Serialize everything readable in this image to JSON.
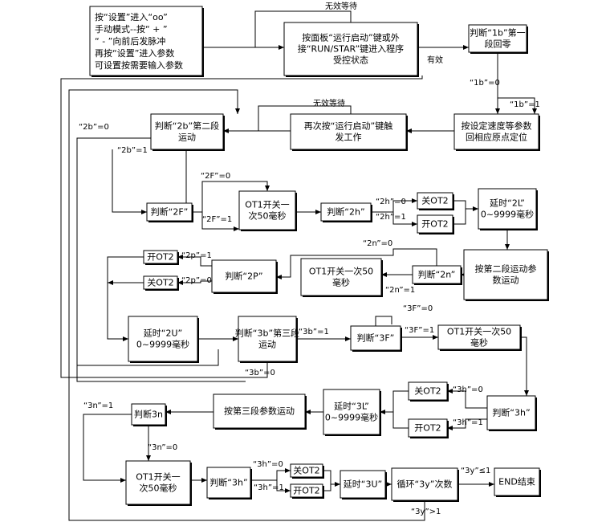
{
  "nodes": {
    "intro": [
      "按“设置”进入“oo”",
      "手动模式--按“  +  ”",
      "“ - ”向前后发脉冲",
      "再按“设置”进入参数",
      "可设置按需要输入参数"
    ],
    "start_wait": [
      "按面板“运行启动”键或外",
      "接“RUN/STAR”键进入程序",
      "受控状态"
    ],
    "judge_1b": [
      "判断“1b”第一",
      "段回零"
    ],
    "homing": [
      "按设定速度等参数",
      "回相应原点定位"
    ],
    "restart": [
      "再次按“运行启动”键触",
      "发工作"
    ],
    "judge_2b": [
      "判断“2b”第二段",
      "运动"
    ],
    "judge_2F": [
      "判断“2F”"
    ],
    "ot1_pulse_1": [
      "OT1开关一",
      "次50毫秒"
    ],
    "judge_2h": [
      "判断“2h”"
    ],
    "close_ot2_1": [
      "关OT2"
    ],
    "open_ot2_1": [
      "开OT2"
    ],
    "delay_2L": [
      "延时“2L”",
      "0~9999毫秒"
    ],
    "run_seg2": [
      "按第二段运动参",
      "数运动"
    ],
    "judge_2n": [
      "判断“2n”"
    ],
    "ot1_pulse_2": [
      "OT1开关一次50",
      "毫秒"
    ],
    "judge_2P": [
      "判断“2P”"
    ],
    "open_ot2_2": [
      "开OT2"
    ],
    "close_ot2_2": [
      "关OT2"
    ],
    "delay_2U": [
      "延时“2U”",
      "0~9999毫秒"
    ],
    "judge_3b": [
      "判断“3b”第三段",
      "运动"
    ],
    "judge_3F": [
      "判断“3F”"
    ],
    "ot1_pulse_3": [
      "OT1开关一次50",
      "毫秒"
    ],
    "judge_3h_a": [
      "判断“3h”"
    ],
    "close_ot2_3": [
      "关OT2"
    ],
    "open_ot2_3": [
      "开OT2"
    ],
    "delay_3L": [
      "延时“3L”",
      "0~9999毫秒"
    ],
    "run_seg3": [
      "按第三段参数运动"
    ],
    "judge_3n": [
      "判断3n"
    ],
    "ot1_pulse_4": [
      "OT1开关一",
      "次50毫秒"
    ],
    "judge_3h_b": [
      "判断“3h”"
    ],
    "close_ot2_4": [
      "关OT2"
    ],
    "open_ot2_4": [
      "开OT2"
    ],
    "delay_3U": [
      "延时“3U”"
    ],
    "loop_3y": [
      "循环“3y”次数"
    ],
    "end": [
      "END结束"
    ]
  },
  "labels": {
    "invalid_wait_1": "无效等待",
    "valid": "有效",
    "1b_eq0": "“1b”=0",
    "1b_eq1": "“1b”=1",
    "invalid_wait_2": "无效等待",
    "2b_eq0": "“2b”=0",
    "2b_eq1": "“2b”=1",
    "2F_eq0": "“2F”=0",
    "2F_eq1": "“2F”=1",
    "2h_eq0": "“2h”=0",
    "2h_eq1": "“2h”=1",
    "2n_eq0": "“2n”=0",
    "2n_eq1": "“2n”=1",
    "2p_eq1": "“2p”=1",
    "2p_eq0": "“2p”=0",
    "3b_eq1": "“3b”=1",
    "3b_eq0": "“3b”=0",
    "3F_eq0": "“3F”=0",
    "3F_eq1": "“3F”=1",
    "3h_eq0_a": "“3h”=0",
    "3h_eq1_a": "“3h”=1",
    "3n_eq1": "“3n”=1",
    "3n_eq0": "“3n”=0",
    "3h_eq0_b": "“3h”=0",
    "3h_eq1_b": "“3h”=1",
    "3y_le1": "“3y”≤1",
    "3y_gt1": "“3y”>1"
  }
}
